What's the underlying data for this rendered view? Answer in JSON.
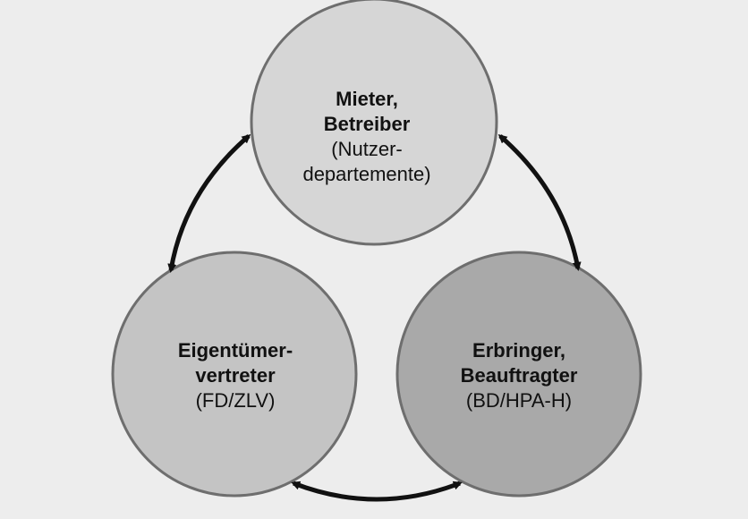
{
  "colors": {
    "background": "#ededed",
    "node_top_fill": "#d6d6d6",
    "node_left_fill": "#c4c4c4",
    "node_right_fill": "#a9a9a9",
    "node_stroke": "#6e6e6e",
    "arrow": "#111111"
  },
  "nodes": {
    "top": {
      "line1": "Mieter,",
      "line2": "Betreiber",
      "line3": "(Nutzer-",
      "line4": "departemente)"
    },
    "left": {
      "line1": "Eigentümer-",
      "line2": "vertreter",
      "line3": "(FD/ZLV)"
    },
    "right": {
      "line1": "Erbringer,",
      "line2": "Beauftragter",
      "line3": "(BD/HPA-H)"
    }
  },
  "connections": [
    {
      "from": "top",
      "to": "left",
      "direction": "bidirectional"
    },
    {
      "from": "top",
      "to": "right",
      "direction": "bidirectional"
    },
    {
      "from": "left",
      "to": "right",
      "direction": "bidirectional"
    }
  ]
}
